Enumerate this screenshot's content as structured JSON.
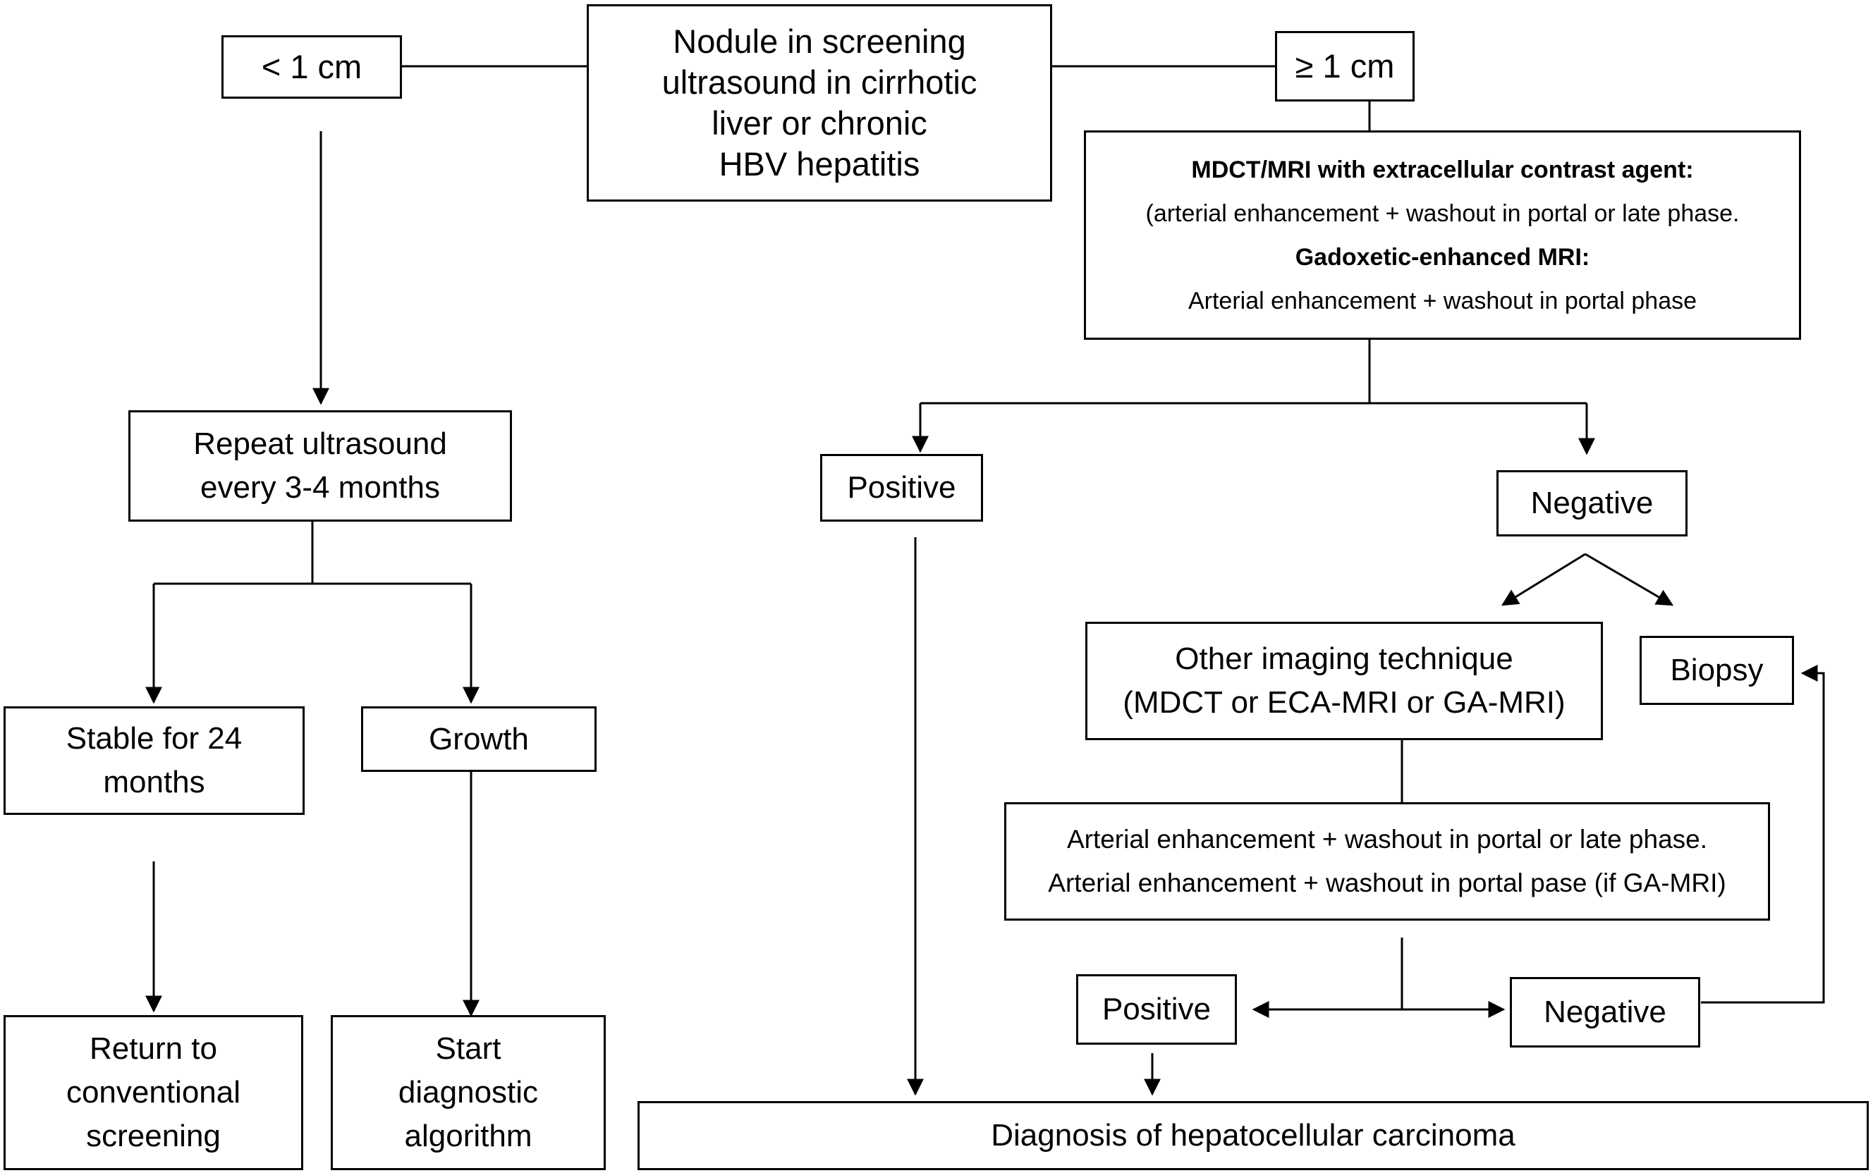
{
  "nodes": {
    "start": {
      "lines": [
        "Nodule in screening",
        "ultrasound in cirrhotic",
        "liver or chronic",
        "HBV hepatitis"
      ]
    },
    "small": {
      "label": "< 1 cm"
    },
    "large": {
      "label": "≥ 1 cm"
    },
    "imaging": {
      "ext_title": "MDCT/MRI with extracellular contrast agent:",
      "ext_text": "(arterial enhancement + washout in portal or late phase.",
      "gad_title": "Gadoxetic-enhanced MRI:",
      "gad_text": "Arterial enhancement + washout in portal phase"
    },
    "repeat_us": {
      "lines": [
        "Repeat ultrasound",
        "every 3-4 months"
      ]
    },
    "stable": {
      "lines": [
        "Stable for 24",
        "months"
      ]
    },
    "growth": {
      "label": "Growth"
    },
    "return": {
      "lines": [
        "Return to",
        "conventional",
        "screening"
      ]
    },
    "start_alg": {
      "lines": [
        "Start",
        "diagnostic",
        "algorithm"
      ]
    },
    "positive1": {
      "label": "Positive"
    },
    "negative1": {
      "label": "Negative"
    },
    "other_imaging": {
      "lines": [
        "Other imaging technique",
        "(MDCT or ECA-MRI or GA-MRI)"
      ]
    },
    "biopsy": {
      "label": "Biopsy"
    },
    "criteria2": {
      "lines": [
        "Arterial enhancement + washout in portal or late phase.",
        "Arterial enhancement + washout in portal pase (if GA-MRI)"
      ]
    },
    "positive2": {
      "label": "Positive"
    },
    "negative2": {
      "label": "Negative"
    },
    "diagnosis": {
      "label": "Diagnosis of hepatocellular carcinoma"
    }
  },
  "colors": {
    "line": "#000000",
    "box_fill": "#ffffff",
    "text": "#000000"
  }
}
